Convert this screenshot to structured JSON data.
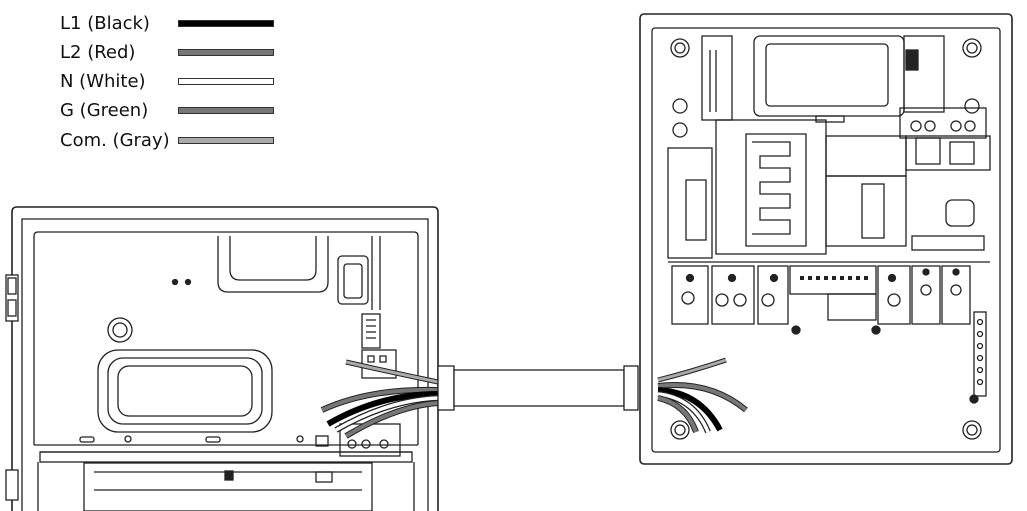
{
  "legend": {
    "items": [
      {
        "label": "L1 (Black)",
        "color": "#000000"
      },
      {
        "label": "L2 (Red)",
        "color": "#777777"
      },
      {
        "label": "N (White)",
        "color": "#ffffff"
      },
      {
        "label": "G (Green)",
        "color": "#777777"
      },
      {
        "label": "Com. (Gray)",
        "color": "#aaaaaa"
      }
    ]
  },
  "colors": {
    "line": "#222222",
    "background": "#ffffff"
  }
}
